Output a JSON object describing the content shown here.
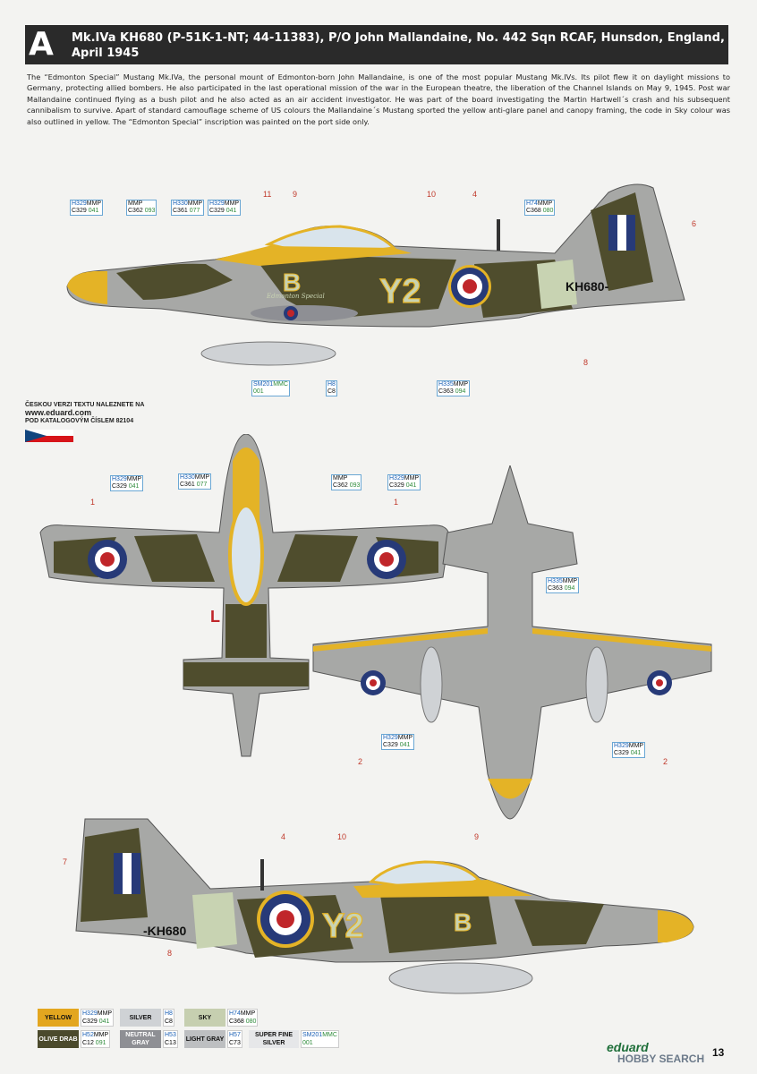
{
  "header": {
    "letter": "A",
    "title": "Mk.IVa KH680 (P-51K-1-NT; 44-11383), P/O John Mallandaine, No. 442 Sqn RCAF, Hunsdon, England, April 1945"
  },
  "description": "The “Edmonton Special” Mustang Mk.IVa, the personal mount of Edmonton-born John Mallandaine, is one of the most popular Mustang Mk.IVs. Its pilot flew it on daylight missions to Germany, protecting allied bombers. He also participated in the last operational mission of the war in the European theatre, the liberation of the Channel Islands on May 9, 1945. Post war Mallandaine continued flying as a bush pilot and he also acted as an air accident investigator. He was part of the board investigating the Martin Hartwell´s crash and his subsequent cannibalism to survive. Apart of standard camouflage scheme of US colours the Mallandaine´s Mustang sported the yellow anti-glare panel and canopy framing, the code in Sky colour was also outlined in yellow. The “Edmonton Special” inscription was painted on the port side only.",
  "aircraft_markings": {
    "code": "Y2",
    "individual_letter": "B",
    "serial": "KH680",
    "serial_prefixed": "-KH680",
    "serial_suffixed": "KH680-",
    "nose_art": "Edmonton Special",
    "top_letter": "L"
  },
  "paint_codes": [
    {
      "id": "c1",
      "l1a": "H329",
      "l1b": "MMP",
      "l2a": "C329",
      "l2b": "041"
    },
    {
      "id": "c2",
      "l1a": "",
      "l1b": "MMP",
      "l2a": "C362",
      "l2b": "093"
    },
    {
      "id": "c3",
      "l1a": "H330",
      "l1b": "MMP",
      "l2a": "C361",
      "l2b": "077"
    },
    {
      "id": "c4",
      "l1a": "H329",
      "l1b": "MMP",
      "l2a": "C329",
      "l2b": "041"
    },
    {
      "id": "c5",
      "l1a": "H74",
      "l1b": "MMP",
      "l2a": "C368",
      "l2b": "080"
    },
    {
      "id": "c6",
      "l1a": "SM201",
      "l1b": "MMC",
      "l2a": "",
      "l2b": "001"
    },
    {
      "id": "c7",
      "l1a": "H8",
      "l1b": "",
      "l2a": "C8",
      "l2b": ""
    },
    {
      "id": "c8",
      "l1a": "H335",
      "l1b": "MMP",
      "l2a": "C363",
      "l2b": "094"
    },
    {
      "id": "c9",
      "l1a": "H329",
      "l1b": "MMP",
      "l2a": "C329",
      "l2b": "041"
    },
    {
      "id": "c10",
      "l1a": "H330",
      "l1b": "MMP",
      "l2a": "C361",
      "l2b": "077"
    },
    {
      "id": "c11",
      "l1a": "",
      "l1b": "MMP",
      "l2a": "C362",
      "l2b": "093"
    },
    {
      "id": "c12",
      "l1a": "H329",
      "l1b": "MMP",
      "l2a": "C329",
      "l2b": "041"
    },
    {
      "id": "c13",
      "l1a": "H335",
      "l1b": "MMP",
      "l2a": "C363",
      "l2b": "094"
    },
    {
      "id": "c14",
      "l1a": "H329",
      "l1b": "MMP",
      "l2a": "C329",
      "l2b": "041"
    },
    {
      "id": "c15",
      "l1a": "H329",
      "l1b": "MMP",
      "l2a": "C329",
      "l2b": "041"
    }
  ],
  "callouts": [
    "11",
    "9",
    "10",
    "4",
    "6",
    "8",
    "1",
    "1",
    "2",
    "2",
    "4",
    "10",
    "9",
    "7",
    "8"
  ],
  "czech_note": {
    "line1": "ČESKOU VERZI TEXTU NALEZNETE NA",
    "url": "www.eduard.com",
    "line2": "POD KATALOGOVÝM ČÍSLEM 82104"
  },
  "legend": [
    {
      "name": "YELLOW",
      "color": "#e3a61f",
      "text": "#111",
      "c1a": "H329",
      "c1b": "MMP",
      "c2a": "C329",
      "c2b": "041"
    },
    {
      "name": "SILVER",
      "color": "#cfd2d5",
      "text": "#111",
      "c1a": "H8",
      "c1b": "",
      "c2a": "C8",
      "c2b": ""
    },
    {
      "name": "SKY",
      "color": "#c6cfb0",
      "text": "#111",
      "c1a": "H74",
      "c1b": "MMP",
      "c2a": "C368",
      "c2b": "080"
    },
    {
      "name": "OLIVE DRAB",
      "color": "#4b4a2c",
      "text": "#fff",
      "c1a": "H52",
      "c1b": "MMP",
      "c2a": "C12",
      "c2b": "091"
    },
    {
      "name": "NEUTRAL GRAY",
      "color": "#8e8f94",
      "text": "#fff",
      "c1a": "H53",
      "c1b": "",
      "c2a": "C13",
      "c2b": ""
    },
    {
      "name": "LIGHT GRAY",
      "color": "#bdbfc1",
      "text": "#111",
      "c1a": "H57",
      "c1b": "",
      "c2a": "C73",
      "c2b": ""
    },
    {
      "name": "SUPER FINE SILVER",
      "color": "#e6e7e9",
      "text": "#111",
      "c1a": "SM201",
      "c1b": "MMC",
      "c2a": "",
      "c2b": "001"
    }
  ],
  "brand": "eduard",
  "watermark": "HOBBY SEARCH",
  "page_number": "13",
  "colors": {
    "olive": "#4f4d2d",
    "gray": "#a9a9a8",
    "yellow": "#e4b326",
    "sky": "#c8d3b2",
    "roundel_blue": "#273a78",
    "roundel_red": "#c0262a"
  }
}
